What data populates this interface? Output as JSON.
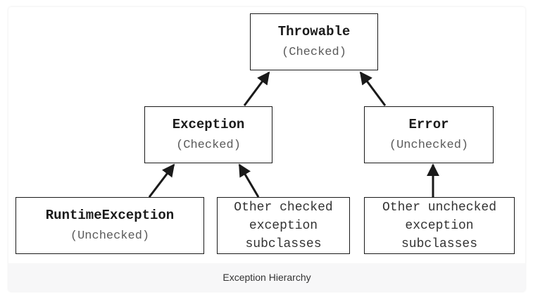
{
  "diagram": {
    "nodes": {
      "throwable": {
        "title": "Throwable",
        "sub": "(Checked)"
      },
      "exception": {
        "title": "Exception",
        "sub": "(Checked)"
      },
      "error": {
        "title": "Error",
        "sub": "(Unchecked)"
      },
      "runtime_exception": {
        "title": "RuntimeException",
        "sub": "(Unchecked)"
      },
      "other_checked": {
        "text": "Other checked\nexception\nsubclasses"
      },
      "other_unchecked": {
        "text": "Other unchecked\nexception\nsubclasses"
      }
    },
    "edges": [
      {
        "from": "Exception",
        "to": "Throwable"
      },
      {
        "from": "Error",
        "to": "Throwable"
      },
      {
        "from": "RuntimeException",
        "to": "Exception"
      },
      {
        "from": "Other checked exception subclasses",
        "to": "Exception"
      },
      {
        "from": "Other unchecked exception subclasses",
        "to": "Error"
      }
    ]
  },
  "caption": "Exception Hierarchy",
  "colors": {
    "stroke": "#1a1a1a",
    "subtext": "#5a5a5a",
    "caption_bg": "#f7f7f8"
  }
}
